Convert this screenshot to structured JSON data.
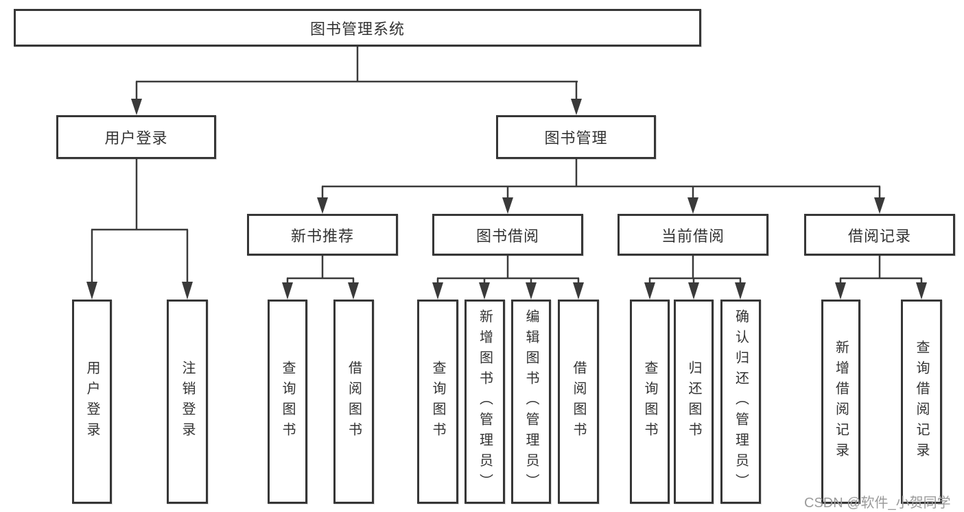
{
  "diagram": {
    "nodes": {
      "root": {
        "label": "图书管理系统"
      },
      "user_login": {
        "label": "用户登录"
      },
      "book_mgmt": {
        "label": "图书管理"
      },
      "new_book_rec": {
        "label": "新书推荐"
      },
      "book_borrow": {
        "label": "图书借阅"
      },
      "current_borrow": {
        "label": "当前借阅"
      },
      "borrow_record": {
        "label": "借阅记录"
      },
      "leaf_user_login": {
        "label": "用户登录"
      },
      "leaf_logout": {
        "label": "注销登录"
      },
      "nb_query_book": {
        "label": "查询图书"
      },
      "nb_borrow_book": {
        "label": "借阅图书"
      },
      "bb_query_book": {
        "label": "查询图书"
      },
      "bb_add_book": {
        "label": "新增图书（管理员）"
      },
      "bb_edit_book": {
        "label": "编辑图书（管理员）"
      },
      "bb_borrow_book": {
        "label": "借阅图书"
      },
      "cb_query_book": {
        "label": "查询图书"
      },
      "cb_return_book": {
        "label": "归还图书"
      },
      "cb_confirm_return": {
        "label": "确认归还（管理员）"
      },
      "br_add_record": {
        "label": "新增借阅记录"
      },
      "br_query_record": {
        "label": "查询借阅记录"
      }
    },
    "hierarchy": {
      "root": [
        "user_login",
        "book_mgmt"
      ],
      "user_login": [
        "leaf_user_login",
        "leaf_logout"
      ],
      "book_mgmt": [
        "new_book_rec",
        "book_borrow",
        "current_borrow",
        "borrow_record"
      ],
      "new_book_rec": [
        "nb_query_book",
        "nb_borrow_book"
      ],
      "book_borrow": [
        "bb_query_book",
        "bb_add_book",
        "bb_edit_book",
        "bb_borrow_book"
      ],
      "current_borrow": [
        "cb_query_book",
        "cb_return_book",
        "cb_confirm_return"
      ],
      "borrow_record": [
        "br_add_record",
        "br_query_record"
      ]
    }
  },
  "watermark": {
    "text": "CSDN @软件_小贺同学"
  },
  "colors": {
    "line": "#3a3a3a",
    "box_border": "#363636",
    "text": "#333333",
    "watermark": "#9b9b9b",
    "background": "#ffffff"
  }
}
